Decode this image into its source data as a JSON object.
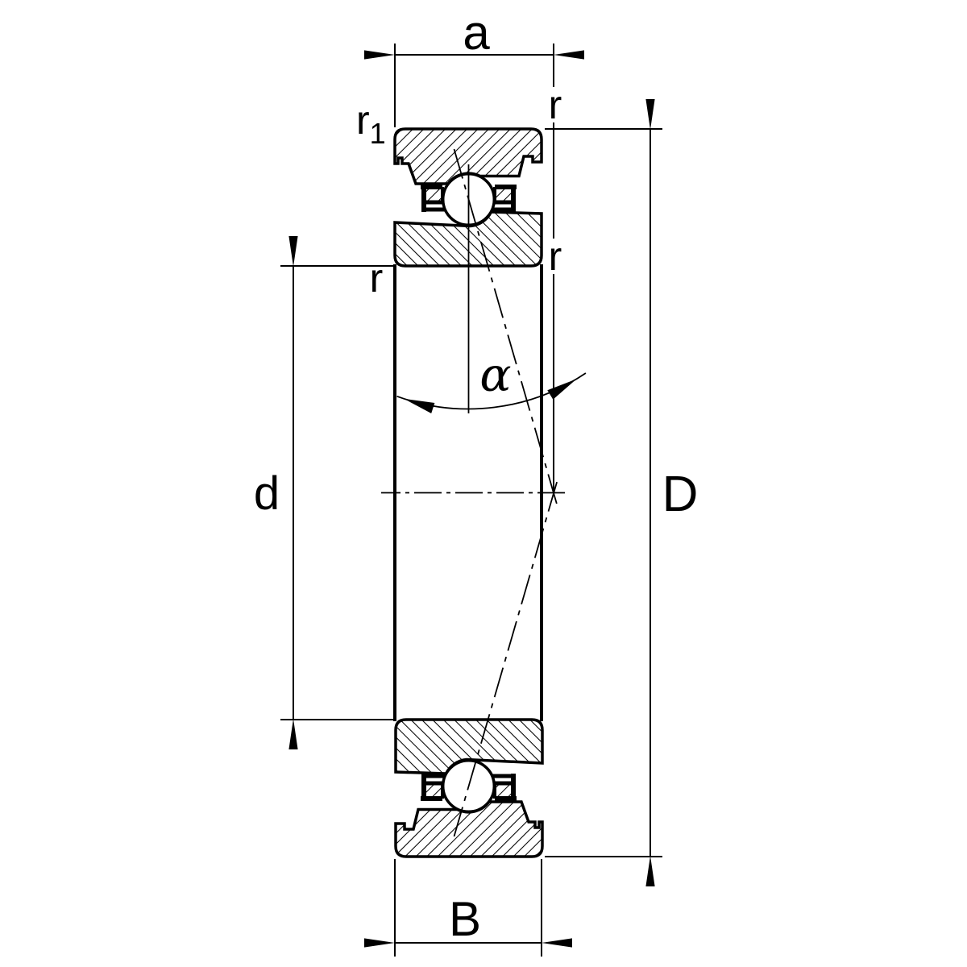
{
  "labels": {
    "dim_width_a": "a",
    "dim_bore_d": "d",
    "dim_outer_D": "D",
    "dim_total_width_B": "B",
    "angle_contact": "α",
    "chamfer_r": "r",
    "chamfer_r1_base": "r",
    "chamfer_r1_sub": "1"
  },
  "colors": {
    "stroke": "#000000",
    "background": "#ffffff"
  }
}
